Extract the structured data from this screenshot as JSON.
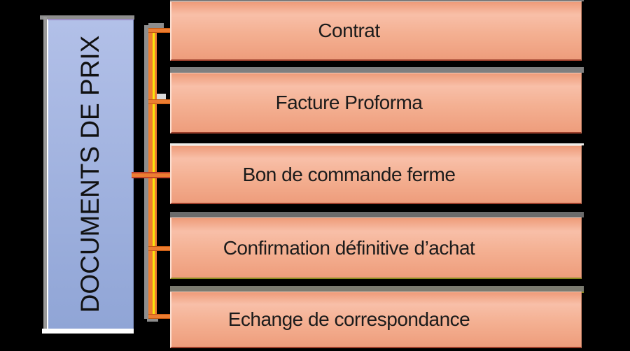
{
  "diagram": {
    "root_label": "DOCUMENTS DE PRIX",
    "items": [
      {
        "label": "Contrat"
      },
      {
        "label": "Facture Proforma"
      },
      {
        "label": "Bon de commande ferme"
      },
      {
        "label": "Confirmation définitive d’achat"
      },
      {
        "label": "Echange de correspondance"
      }
    ],
    "colors": {
      "background": "#000000",
      "root_fill_top": "#b2c0e8",
      "root_fill_bottom": "#90a5d6",
      "root_border_top": "#9e90c9",
      "item_fill_top": "#ee9b79",
      "item_fill_light": "#f8bfa8",
      "item_fill_bottom": "#ee9d7c",
      "item_border_bottom": "#9c3f2b",
      "item_border_bottom_olive": "#8a8a1f",
      "connector_orange": "#ed7d31",
      "connector_yellow": "#f8e60a",
      "connector_edge": "#c55a11",
      "shadow_gray": "#7f7f7f",
      "text": "#1b1b1b"
    }
  }
}
